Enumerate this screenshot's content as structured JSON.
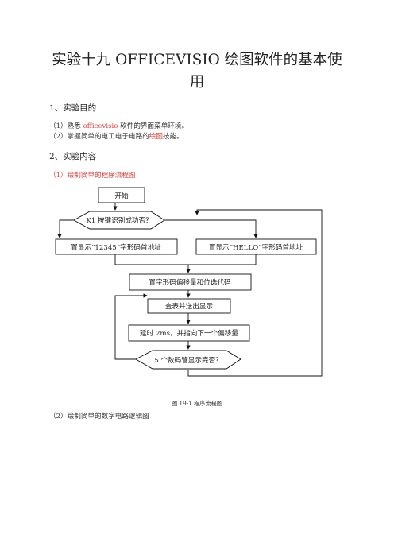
{
  "title_line1": "实验十九 OFFICEVISIO 绘图软件的基本使",
  "title_line2": "用",
  "section1": {
    "heading": "1、实验目的",
    "item1_prefix": "（1）熟悉 ",
    "item1_red": "officevisio",
    "item1_suffix": " 软件的界面菜单环境。",
    "item2_prefix": "（2）掌握简单的电工电子电路的",
    "item2_red": "绘图",
    "item2_suffix": "技能。"
  },
  "section2": {
    "heading": "2、实验内容",
    "sub1": "（1）绘制简单的程序流程图",
    "sub2": "（2）绘制简单的数字电路逻辑图"
  },
  "flowchart": {
    "start": "开始",
    "decision1": "K1 按键识别成功否？",
    "left_box": "置显示“12345”字形码首地址",
    "right_box": "置显示“HELLO”字形码首地址",
    "offset_box": "置字形码偏移量和位选代码",
    "lookup_box": "查表并送出显示",
    "delay_box": "延时 2ms，并指向下一个偏移量",
    "decision2": "5 个数码管显示完否？",
    "caption": "图 19-1 程序流程图"
  }
}
